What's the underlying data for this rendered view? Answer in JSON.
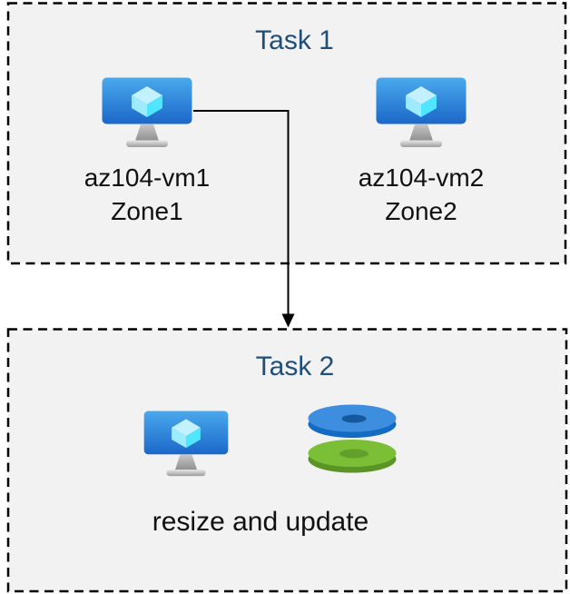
{
  "task1": {
    "title": "Task 1",
    "vms": [
      {
        "name": "az104-vm1",
        "zone": "Zone1",
        "icon": "virtual-machine-icon"
      },
      {
        "name": "az104-vm2",
        "zone": "Zone2",
        "icon": "virtual-machine-icon"
      }
    ]
  },
  "task2": {
    "title": "Task 2",
    "caption": "resize and update",
    "icons": [
      "virtual-machine-icon",
      "managed-disks-icon"
    ]
  },
  "connector": {
    "style": "elbow-arrow-down"
  },
  "colors": {
    "box_fill": "#f2f2f2",
    "box_border": "#000000",
    "title_text": "#1f4e79",
    "label_text": "#111111",
    "vm_screen_top": "#4aa9ec",
    "vm_screen_bottom": "#1b67c9",
    "cube_top": "#c3f1ff",
    "cube_left": "#9cebff",
    "cube_right": "#50e6ff",
    "disk_blue_top": "#3d8edf",
    "disk_blue_side": "#146bc4",
    "disk_blue_hole": "#15589c",
    "disk_green_top": "#7abf35",
    "disk_green_side": "#5a9427",
    "disk_green_hole": "#639f2c"
  }
}
